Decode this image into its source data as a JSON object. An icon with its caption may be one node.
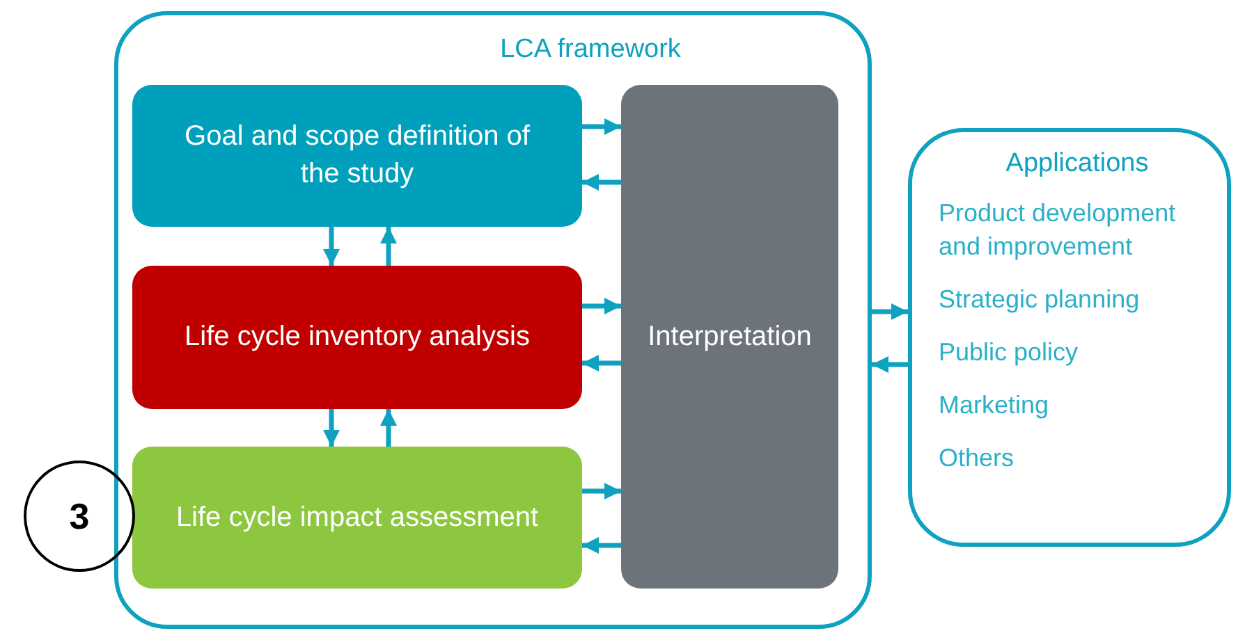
{
  "diagram": {
    "nodes": [
      {
        "text": [
          "LCA framework"
        ]
      },
      {
        "text": [
          "Goal and scope definition of the study"
        ],
        "in": 0
      },
      {
        "text": [
          "Life cycle inventory analysis"
        ],
        "in": 0
      },
      {
        "text": [
          "Life cycle impact assessment"
        ],
        "in": 0
      },
      {
        "text": [
          "Interpretation"
        ],
        "in": 0
      },
      {
        "text": [
          "Applications",
          "Product development and improvement",
          "Strategic planning",
          "Public policy",
          "Marketing",
          "Others"
        ]
      },
      {
        "text": [
          "3"
        ]
      }
    ],
    "edges": [
      {
        "from": 1,
        "to": 2,
        "arrow": "to"
      },
      {
        "from": 2,
        "to": 1,
        "arrow": "to"
      },
      {
        "from": 2,
        "to": 3,
        "arrow": "to"
      },
      {
        "from": 3,
        "to": 2,
        "arrow": "to"
      },
      {
        "from": 1,
        "to": 4,
        "arrow": "to"
      },
      {
        "from": 4,
        "to": 1,
        "arrow": "to"
      },
      {
        "from": 2,
        "to": 4,
        "arrow": "to"
      },
      {
        "from": 4,
        "to": 2,
        "arrow": "to"
      },
      {
        "from": 3,
        "to": 4,
        "arrow": "to"
      },
      {
        "from": 4,
        "to": 3,
        "arrow": "to"
      },
      {
        "from": 0,
        "to": 5,
        "arrow": "to"
      },
      {
        "from": 5,
        "to": 0,
        "arrow": "to"
      }
    ]
  }
}
